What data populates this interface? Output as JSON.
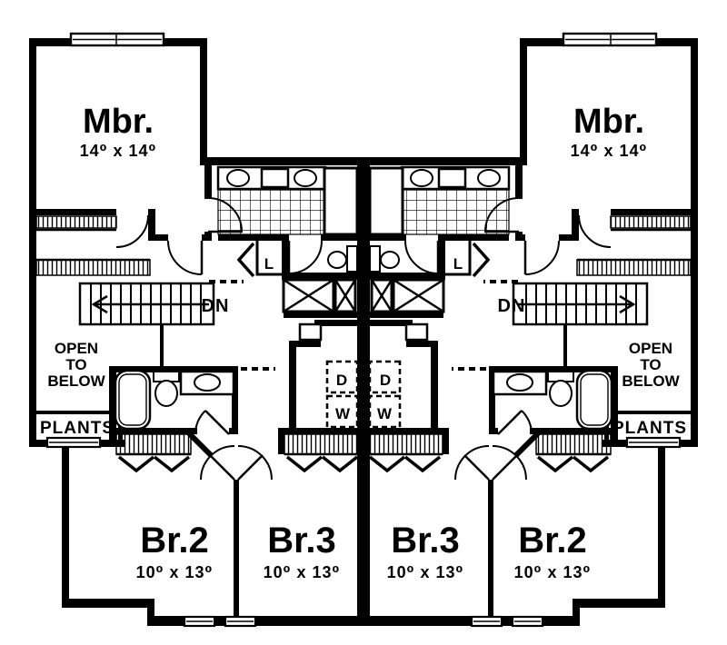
{
  "plan": {
    "type": "duplex-second-floor-plan",
    "background_color": "#ffffff",
    "line_color": "#000000",
    "units": {
      "left": {
        "master": {
          "name": "Mbr.",
          "dims": "14⁰ x 14⁰"
        },
        "stairs": {
          "label": "DN"
        },
        "open_to_below": [
          "OPEN",
          "TO",
          "BELOW"
        ],
        "plant_shelf": {
          "label": "PLANTS"
        },
        "linen": {
          "label": "L"
        },
        "laundry": {
          "dryer": "D",
          "washer": "W"
        },
        "bedroom2": {
          "name": "Br.2",
          "dims": "10⁰ x 13⁰"
        },
        "bedroom3": {
          "name": "Br.3",
          "dims": "10⁰ x 13⁰"
        }
      },
      "right": {
        "master": {
          "name": "Mbr.",
          "dims": "14⁰ x 14⁰"
        },
        "stairs": {
          "label": "DN"
        },
        "open_to_below": [
          "OPEN",
          "TO",
          "BELOW"
        ],
        "plant_shelf": {
          "label": "PLANTS"
        },
        "linen": {
          "label": "L"
        },
        "laundry": {
          "dryer": "D",
          "washer": "W"
        },
        "bedroom2": {
          "name": "Br.2",
          "dims": "10⁰ x 13⁰"
        },
        "bedroom3": {
          "name": "Br.3",
          "dims": "10⁰ x 13⁰"
        }
      }
    }
  }
}
